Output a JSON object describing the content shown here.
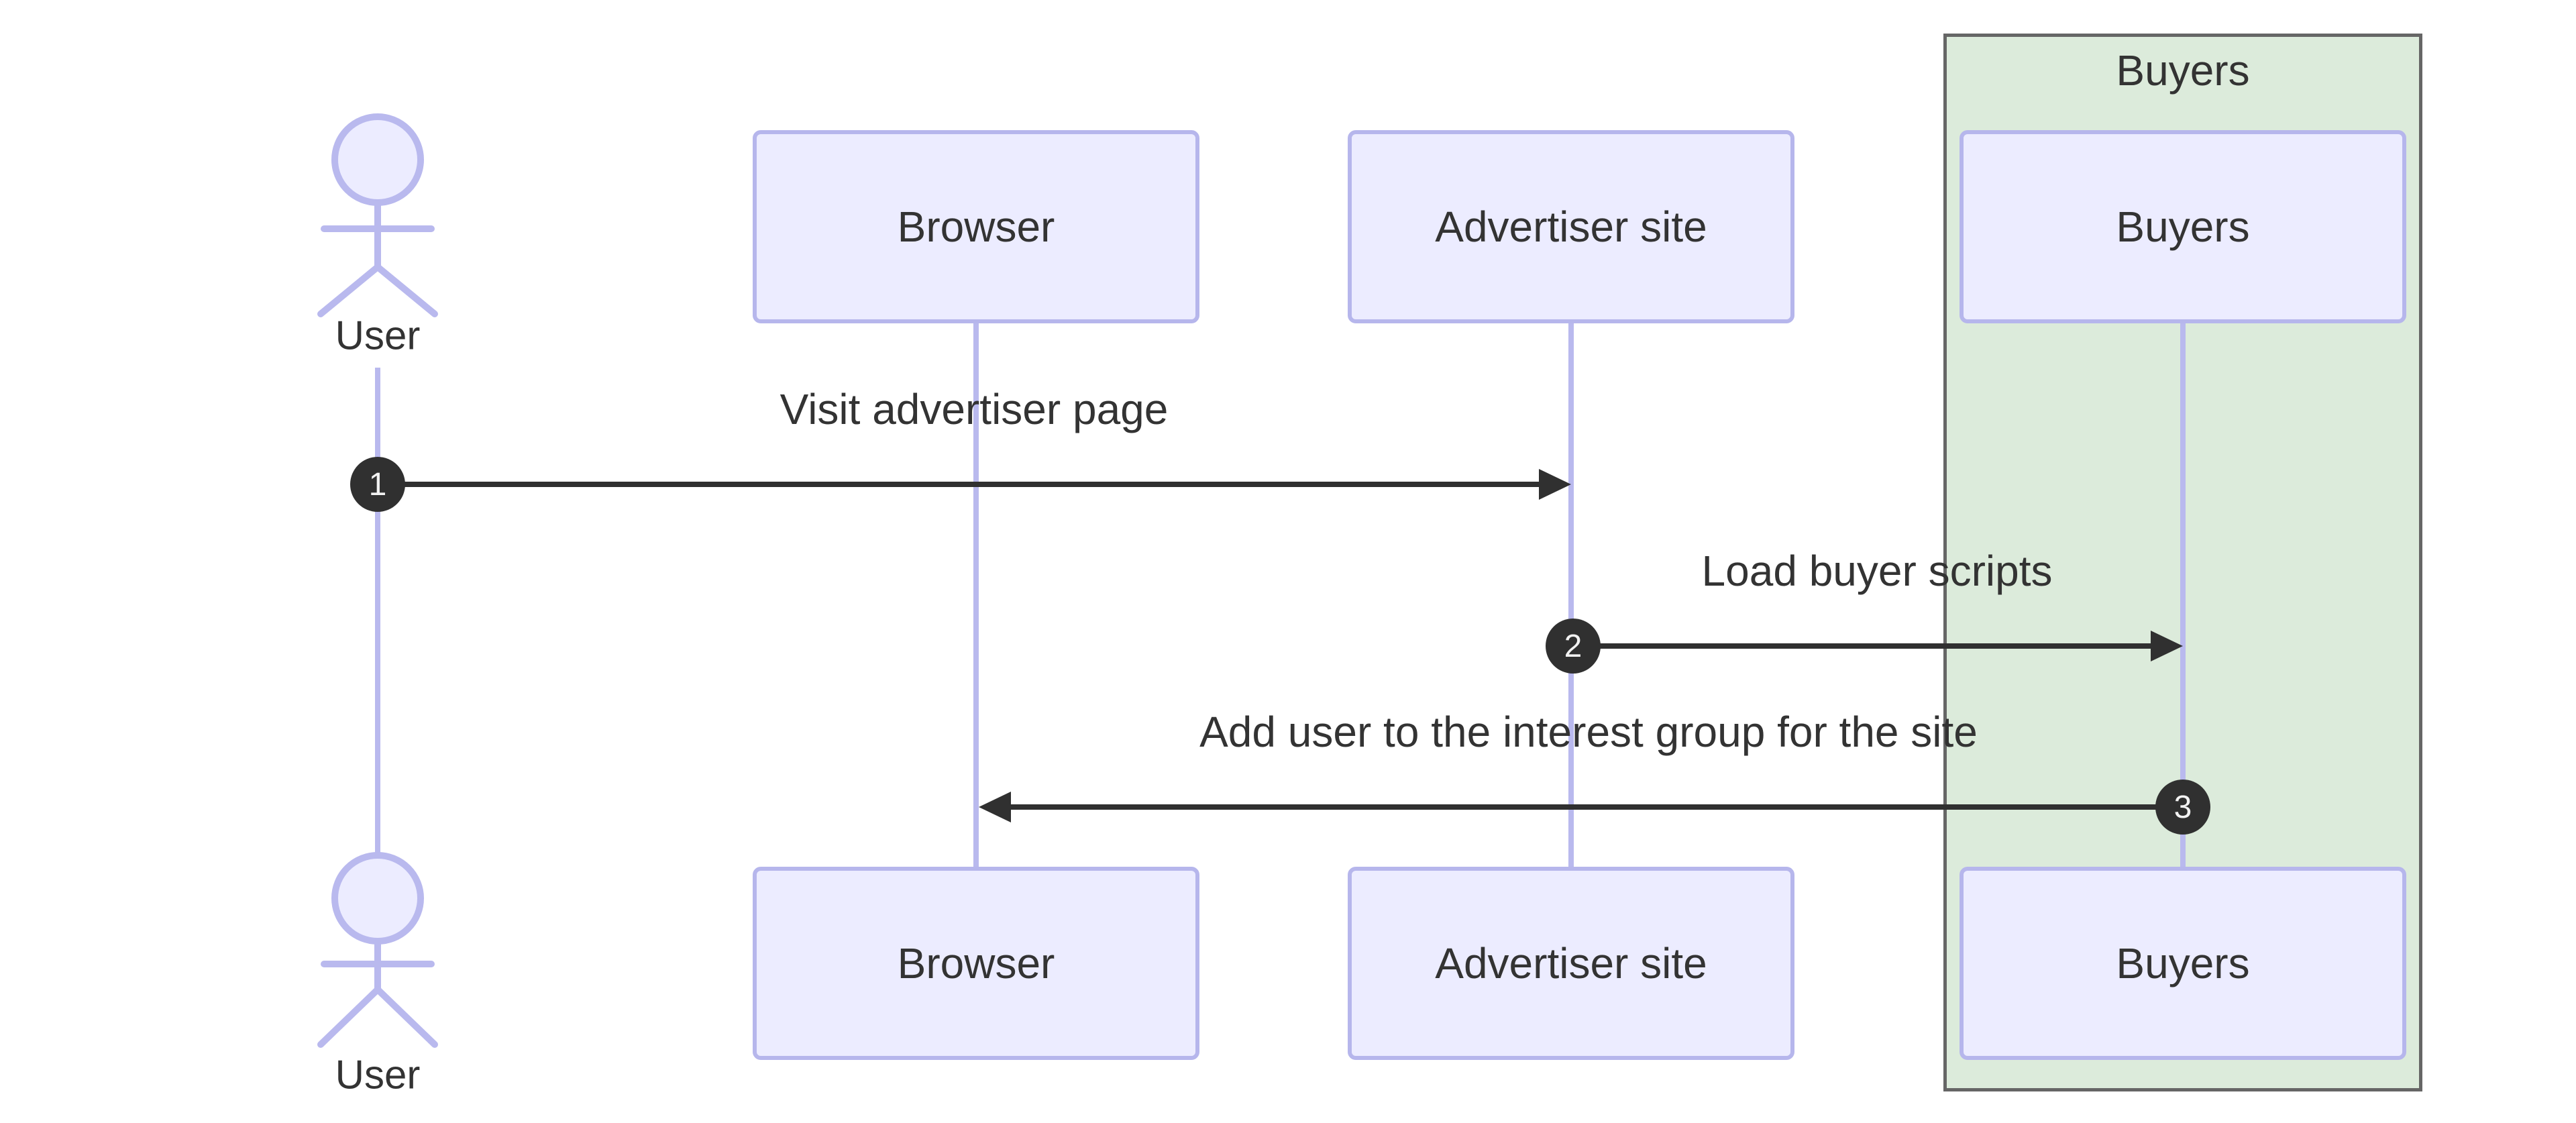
{
  "diagram_type": "sequence-diagram",
  "background_color": "#FFFFFF",
  "actor": {
    "label": "User"
  },
  "participants": [
    {
      "label": "Browser"
    },
    {
      "label": "Advertiser site"
    },
    {
      "label": "Buyers"
    }
  ],
  "group": {
    "title": "Buyers",
    "fill": "#DCEBDB",
    "border_color": "#666666"
  },
  "messages": [
    {
      "seq": "1",
      "text": "Visit advertiser page",
      "from": "User",
      "to": "Advertiser site"
    },
    {
      "seq": "2",
      "text": "Load buyer scripts",
      "from": "Advertiser site",
      "to": "Buyers"
    },
    {
      "seq": "3",
      "text": "Add user to the interest group for the site",
      "from": "Buyers",
      "to": "Browser"
    }
  ],
  "colors": {
    "participant_fill": "#ECECFF",
    "participant_border": "#B6B6EC",
    "lifeline": "#B9B9EE",
    "text": "#333333",
    "arrow": "#303030",
    "sequence_number_fill": "#303030",
    "sequence_number_text": "#F2F2F2"
  }
}
